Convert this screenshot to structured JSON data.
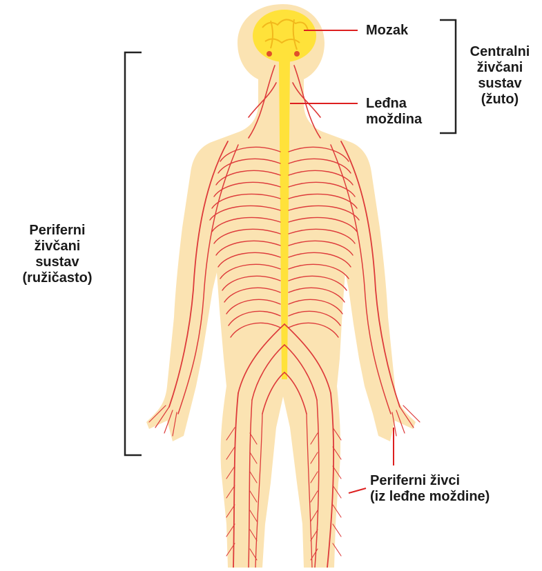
{
  "labels": {
    "brain": "Mozak",
    "spinal_cord": [
      "Leđna",
      "moždina"
    ],
    "cns": [
      "Centralni",
      "živčani",
      "sustav",
      "(žuto)"
    ],
    "pns": [
      "Periferni",
      "živčani",
      "sustav",
      "(ružičasto)"
    ],
    "peripheral_nerves": [
      "Periferni živci",
      "(iz leđne moždine)"
    ]
  },
  "colors": {
    "skin": "#fbe3b2",
    "skin_edge": "#f3cf8f",
    "nerve": "#dd3a3a",
    "cns": "#ffe23a",
    "bracket": "#222222",
    "leader": "#dd1f1f"
  }
}
